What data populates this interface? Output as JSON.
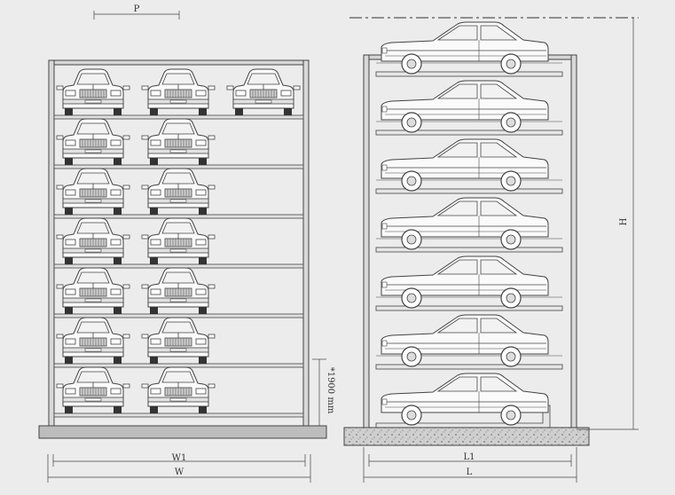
{
  "diagram": {
    "labels": {
      "pitch": "P",
      "inner_width": "W1",
      "outer_width": "W",
      "level_height": "*1900 mm",
      "total_height": "H",
      "inner_length": "L1",
      "outer_length": "L"
    },
    "front_view": {
      "levels": 7,
      "columns": 3,
      "occupancy": [
        [
          1,
          1,
          1
        ],
        [
          1,
          1,
          0
        ],
        [
          1,
          1,
          0
        ],
        [
          1,
          1,
          0
        ],
        [
          1,
          1,
          0
        ],
        [
          1,
          1,
          0
        ],
        [
          1,
          1,
          0
        ]
      ]
    },
    "side_view": {
      "levels": 7
    },
    "colors": {
      "background": "#ececec",
      "line": "#444444",
      "structure": "#7a7a7a",
      "pad": "#bdbdbd"
    }
  }
}
